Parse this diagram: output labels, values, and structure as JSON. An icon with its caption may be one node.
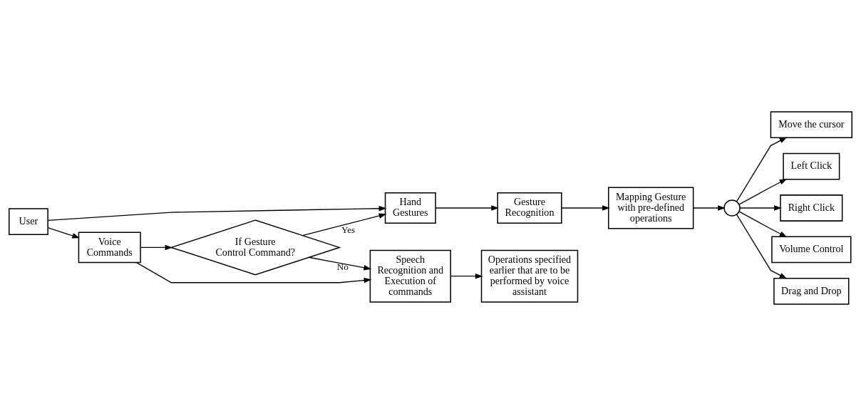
{
  "diagram": {
    "nodes": [
      {
        "text": [
          "User"
        ]
      },
      {
        "text": [
          "Hand Gestures"
        ]
      },
      {
        "text": [
          "Gesture Recognition"
        ]
      },
      {
        "text": [
          "Mapping Gesture with pre-defined operations"
        ]
      },
      {
        "text": [],
        "shape": "circle"
      },
      {
        "text": [
          "Move the cursor"
        ]
      },
      {
        "text": [
          "Left Click"
        ]
      },
      {
        "text": [
          "Right Click"
        ]
      },
      {
        "text": [
          "Volume Control"
        ]
      },
      {
        "text": [
          "Drag and Drop"
        ]
      },
      {
        "text": [
          "If Gesture Control Command?"
        ]
      },
      {
        "text": [
          "Voice Commands"
        ]
      },
      {
        "text": [
          "Speech Recognition and Execution of commands"
        ]
      },
      {
        "text": [
          "Operations specified earlier that are to be performed by voice assistant"
        ]
      }
    ],
    "edges": [
      {
        "from": 0,
        "to": 1,
        "arrow": "to"
      },
      {
        "from": 0,
        "to": 11,
        "arrow": "to"
      },
      {
        "from": 1,
        "to": 2,
        "arrow": "to"
      },
      {
        "from": 2,
        "to": 3,
        "arrow": "to"
      },
      {
        "from": 3,
        "to": 4,
        "arrow": "to"
      },
      {
        "from": 4,
        "to": 5,
        "arrow": "to"
      },
      {
        "from": 4,
        "to": 6,
        "arrow": "to"
      },
      {
        "from": 4,
        "to": 7,
        "arrow": "to"
      },
      {
        "from": 4,
        "to": 8,
        "arrow": "to"
      },
      {
        "from": 4,
        "to": 9,
        "arrow": "to"
      },
      {
        "from": 11,
        "to": 10,
        "arrow": "to"
      },
      {
        "from": 10,
        "to": 1,
        "arrow": "to",
        "label": "Yes"
      },
      {
        "from": 10,
        "to": 12,
        "arrow": "to",
        "label": "No"
      },
      {
        "from": 11,
        "to": 12,
        "arrow": "to"
      },
      {
        "from": 12,
        "to": 13,
        "arrow": "to"
      }
    ]
  }
}
